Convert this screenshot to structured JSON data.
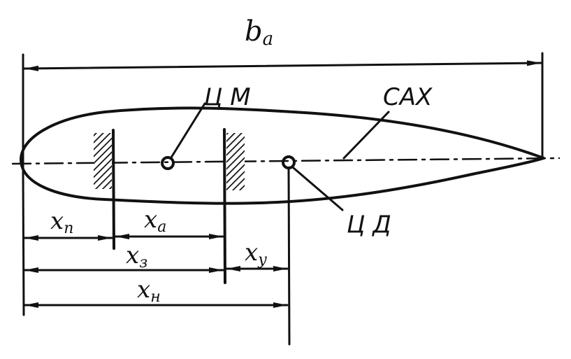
{
  "labels": {
    "mac_chord": "b",
    "mac_chord_sub": "a",
    "mac": "САХ",
    "center_of_mass": "Ц М",
    "center_of_pressure": "Ц Д",
    "x_front": "x",
    "x_front_sub": "п",
    "x_cg_range": "x",
    "x_cg_range_sub": "а",
    "x_rear": "x",
    "x_rear_sub": "з",
    "x_margin": "x",
    "x_margin_sub": "у",
    "x_cp": "x",
    "x_cp_sub": "н"
  },
  "colors": {
    "ink": "#111111",
    "background": "#ffffff"
  }
}
